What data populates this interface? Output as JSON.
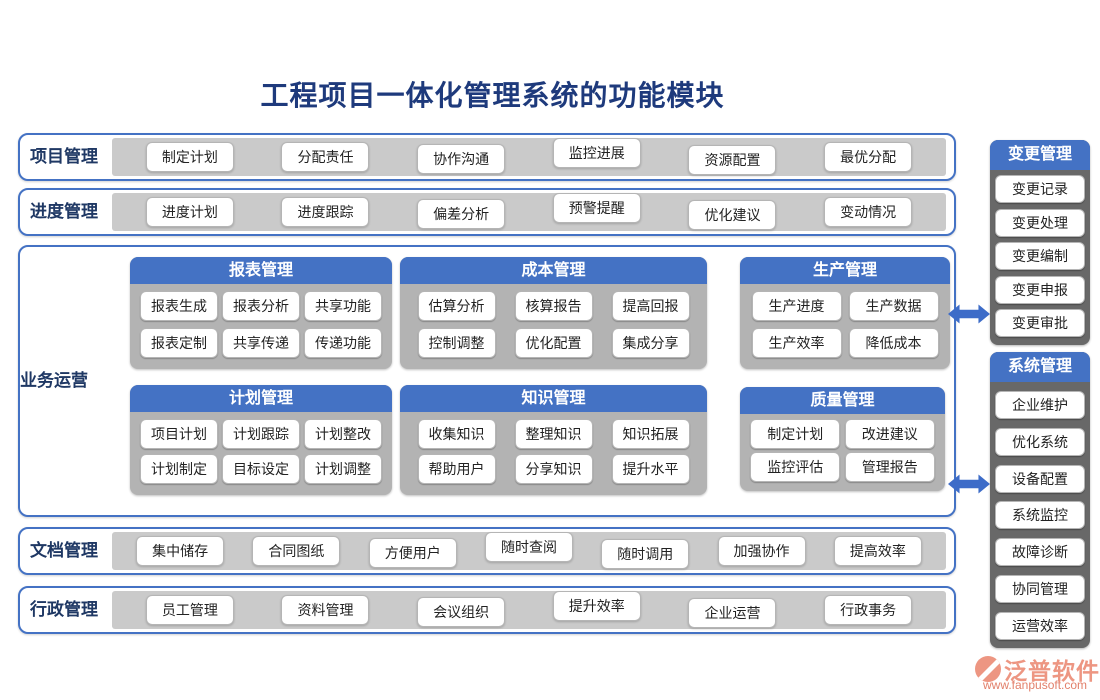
{
  "title": "工程项目一体化管理系统的功能模块",
  "bands": [
    {
      "label": "项目管理",
      "items": [
        "制定计划",
        "分配责任",
        "协作沟通",
        "监控进展",
        "资源配置",
        "最优分配"
      ]
    },
    {
      "label": "进度管理",
      "items": [
        "进度计划",
        "进度跟踪",
        "偏差分析",
        "预警提醒",
        "优化建议",
        "变动情况"
      ]
    },
    {
      "label": "文档管理",
      "items": [
        "集中储存",
        "合同图纸",
        "方便用户",
        "随时查阅",
        "随时调用",
        "加强协作",
        "提高效率"
      ]
    },
    {
      "label": "行政管理",
      "items": [
        "员工管理",
        "资料管理",
        "会议组织",
        "提升效率",
        "企业运营",
        "行政事务"
      ]
    }
  ],
  "business": {
    "label": "业务运营",
    "panels": [
      {
        "title": "报表管理",
        "rows": [
          [
            "报表生成",
            "报表分析",
            "共享功能"
          ],
          [
            "报表定制",
            "共享传递",
            "传递功能"
          ]
        ]
      },
      {
        "title": "成本管理",
        "rows": [
          [
            "估算分析",
            "核算报告",
            "提高回报"
          ],
          [
            "控制调整",
            "优化配置",
            "集成分享"
          ]
        ]
      },
      {
        "title": "生产管理",
        "rows": [
          [
            "生产进度",
            "生产数据"
          ],
          [
            "生产效率",
            "降低成本"
          ]
        ]
      },
      {
        "title": "计划管理",
        "rows": [
          [
            "项目计划",
            "计划跟踪",
            "计划整改"
          ],
          [
            "计划制定",
            "目标设定",
            "计划调整"
          ]
        ]
      },
      {
        "title": "知识管理",
        "rows": [
          [
            "收集知识",
            "整理知识",
            "知识拓展"
          ],
          [
            "帮助用户",
            "分享知识",
            "提升水平"
          ]
        ]
      },
      {
        "title": "质量管理",
        "rows": [
          [
            "制定计划",
            "改进建议"
          ],
          [
            "监控评估",
            "管理报告"
          ]
        ]
      }
    ]
  },
  "sidebar": [
    {
      "title": "变更管理",
      "items": [
        "变更记录",
        "变更处理",
        "变更编制",
        "变更申报",
        "变更审批"
      ]
    },
    {
      "title": "系统管理",
      "items": [
        "企业维护",
        "优化系统",
        "设备配置",
        "系统监控",
        "故障诊断",
        "协同管理",
        "运营效率"
      ]
    }
  ],
  "logo": {
    "name": "泛普软件",
    "url": "www.fanpusoft.com"
  },
  "colors": {
    "header_blue": "#4472c4",
    "border_blue": "#4472c4",
    "title_navy": "#1e3a7c",
    "label_navy": "#1f3864",
    "band_gray": "#cacaca",
    "panel_gray": "#b3b3b3",
    "sidebar_gray": "#686868",
    "arrow_blue": "#3d6cc8",
    "logo_coral": "#ed9682"
  }
}
